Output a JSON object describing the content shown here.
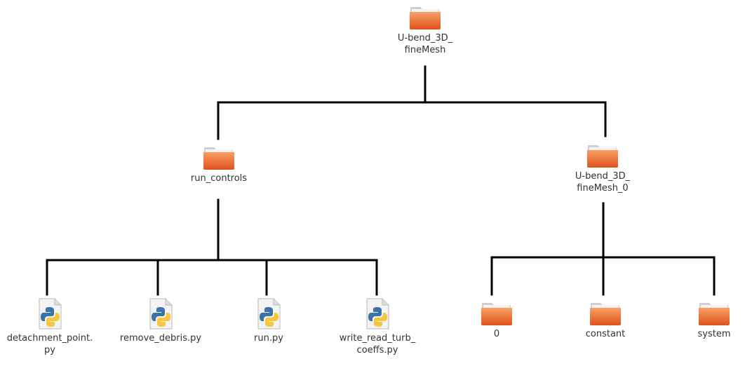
{
  "tree": {
    "root": {
      "label": "U-bend_3D_\nfineMesh",
      "icon": "folder-icon"
    },
    "run_controls": {
      "label": "run_controls",
      "icon": "folder-icon",
      "children": [
        {
          "label": "detachment_point.\npy",
          "icon": "python-file-icon"
        },
        {
          "label": "remove_debris.py",
          "icon": "python-file-icon"
        },
        {
          "label": "run.py",
          "icon": "python-file-icon"
        },
        {
          "label": "write_read_turb_\ncoeffs.py",
          "icon": "python-file-icon"
        }
      ]
    },
    "finemesh_0": {
      "label": "U-bend_3D_\nfineMesh_0",
      "icon": "folder-icon",
      "children": [
        {
          "label": "0",
          "icon": "folder-icon"
        },
        {
          "label": "constant",
          "icon": "folder-icon"
        },
        {
          "label": "system",
          "icon": "folder-icon"
        }
      ]
    }
  },
  "colors": {
    "folder_top": "#f58a4a",
    "folder_bottom": "#e2561f",
    "folder_tab": "#d8d8d8",
    "line": "#000000",
    "python_blue": "#3b73a8",
    "python_yellow": "#f4c83a"
  }
}
